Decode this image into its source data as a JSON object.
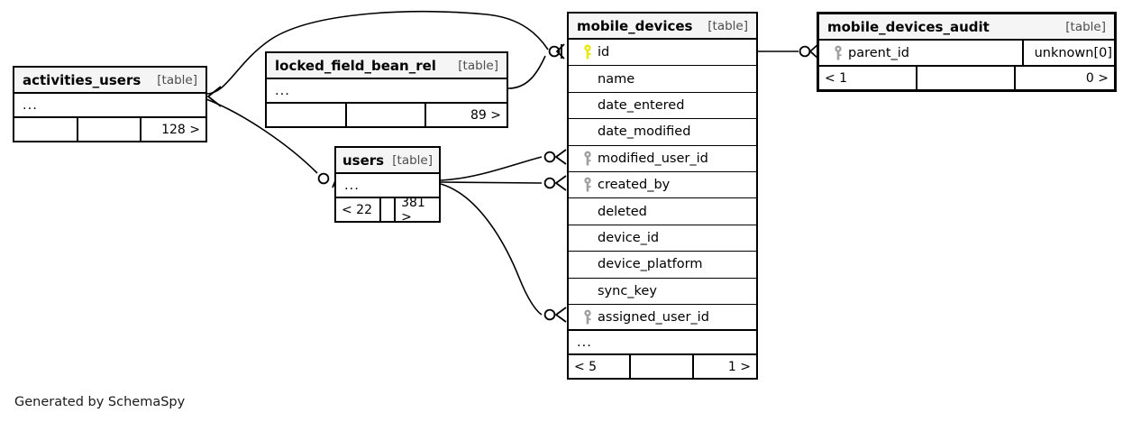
{
  "diagram": {
    "credit": "Generated by SchemaSpy",
    "kind_label": "[table]",
    "ellipsis": "..."
  },
  "tables": {
    "activities_users": {
      "name": "activities_users",
      "kind": "[table]",
      "ellipsis": "...",
      "footer": {
        "left": "",
        "mid": "",
        "right": "128 >"
      }
    },
    "locked_field_bean_rel": {
      "name": "locked_field_bean_rel",
      "kind": "[table]",
      "ellipsis": "...",
      "footer": {
        "left": "",
        "mid": "",
        "right": "89 >"
      }
    },
    "users": {
      "name": "users",
      "kind": "[table]",
      "ellipsis": "...",
      "footer": {
        "left": "< 22",
        "mid": "",
        "right": "381 >"
      }
    },
    "mobile_devices": {
      "name": "mobile_devices",
      "kind": "[table]",
      "ellipsis": "...",
      "columns": [
        {
          "name": "id",
          "key": "primary"
        },
        {
          "name": "name",
          "key": "none"
        },
        {
          "name": "date_entered",
          "key": "none"
        },
        {
          "name": "date_modified",
          "key": "none"
        },
        {
          "name": "modified_user_id",
          "key": "foreign"
        },
        {
          "name": "created_by",
          "key": "foreign"
        },
        {
          "name": "deleted",
          "key": "none"
        },
        {
          "name": "device_id",
          "key": "none"
        },
        {
          "name": "device_platform",
          "key": "none"
        },
        {
          "name": "sync_key",
          "key": "none"
        },
        {
          "name": "assigned_user_id",
          "key": "foreign"
        }
      ],
      "footer": {
        "left": "< 5",
        "mid": "",
        "right": "1 >"
      }
    },
    "mobile_devices_audit": {
      "name": "mobile_devices_audit",
      "kind": "[table]",
      "columns": [
        {
          "name": "parent_id",
          "key": "foreign",
          "type": "unknown[0]"
        }
      ],
      "footer": {
        "left": "< 1",
        "mid": "",
        "right": "0 >"
      }
    }
  },
  "colors": {
    "primary_key": "#e8e800",
    "foreign_key": "#9e9e9e",
    "border": "#000000",
    "header_bg": "#f5f5f5",
    "page_bg": "#ffffff"
  },
  "relationships": [
    {
      "from": "activities_users",
      "to": "mobile_devices.id"
    },
    {
      "from": "locked_field_bean_rel",
      "to": "mobile_devices.id"
    },
    {
      "from": "activities_users",
      "to": "users"
    },
    {
      "from": "users",
      "to": "mobile_devices.modified_user_id"
    },
    {
      "from": "users",
      "to": "mobile_devices.created_by"
    },
    {
      "from": "users",
      "to": "mobile_devices.assigned_user_id"
    },
    {
      "from": "mobile_devices.id",
      "to": "mobile_devices_audit.parent_id"
    }
  ]
}
